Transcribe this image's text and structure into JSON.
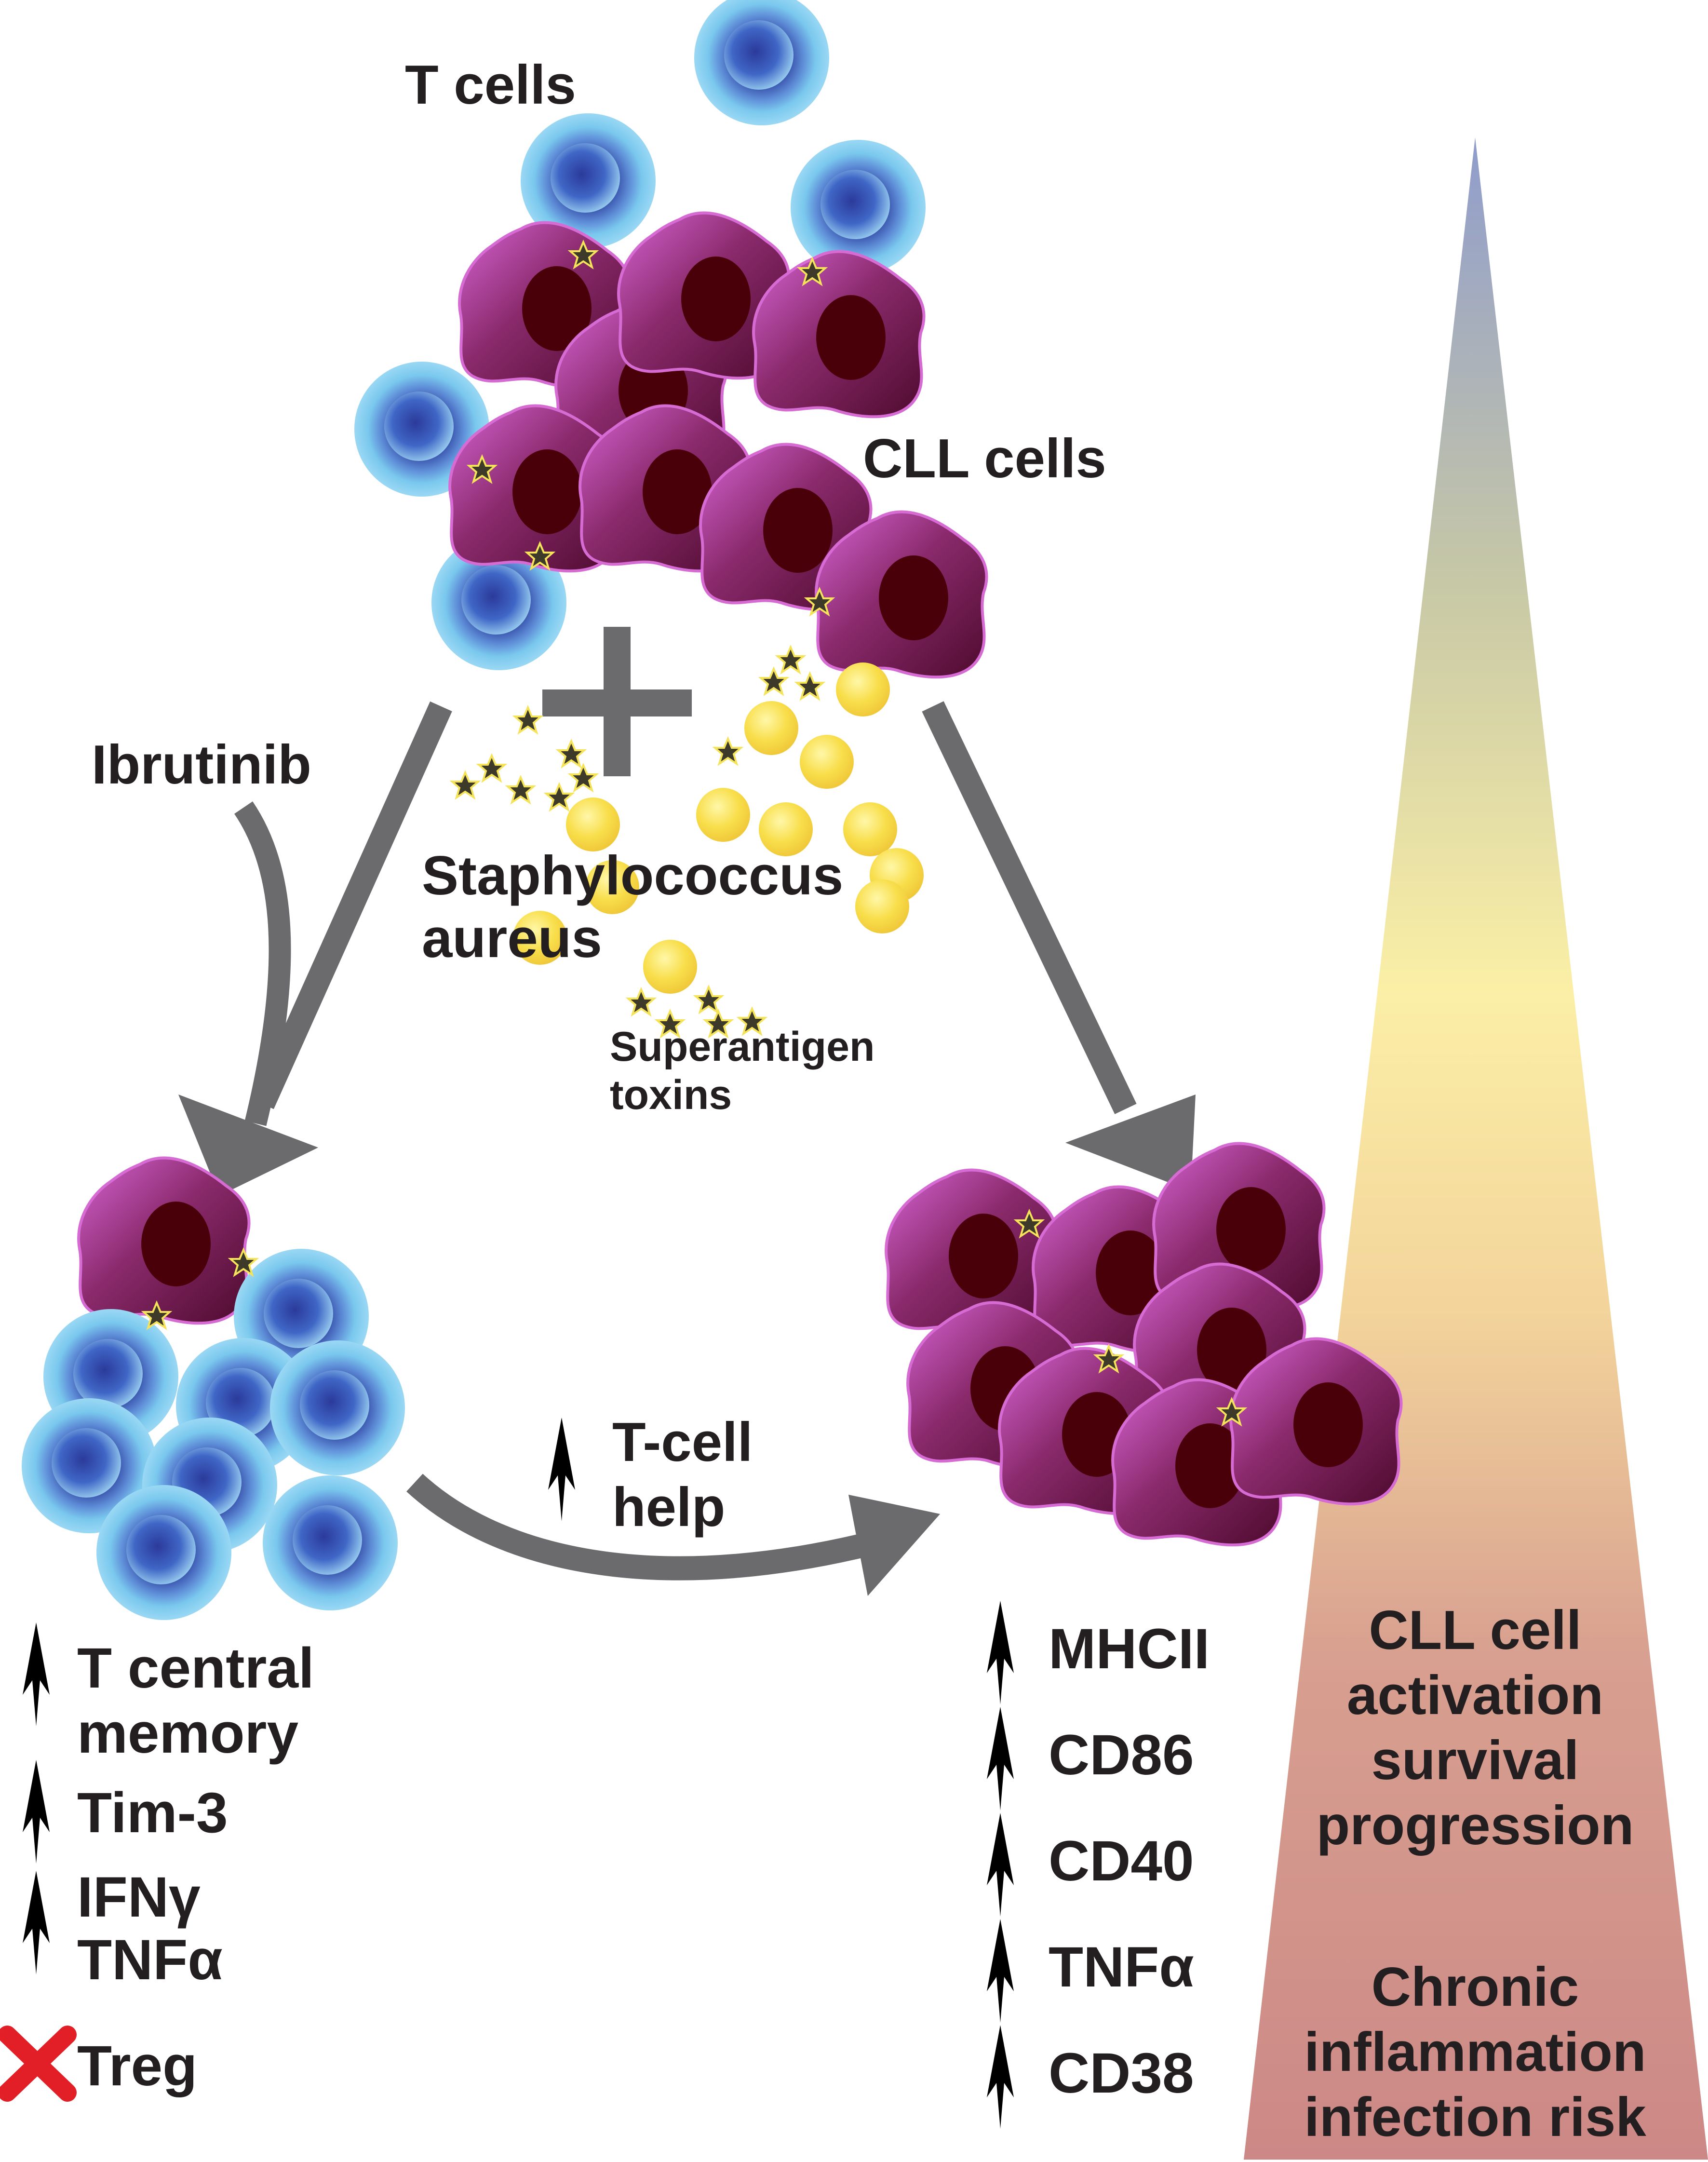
{
  "labels": {
    "t_cells": "T cells",
    "cll_cells": "CLL cells",
    "ibrutinib": "Ibrutinib",
    "bacteria_line1": "Staphylococcus",
    "bacteria_line2": "aureus",
    "toxins_line1": "Superantigen",
    "toxins_line2": "toxins",
    "tcell_help_line1": "T-cell",
    "tcell_help_line2": "help"
  },
  "left_markers": {
    "central_memory_line1": "T central",
    "central_memory_line2": "memory",
    "tim3": "Tim-3",
    "ifn_line": "IFNγ",
    "tnf_line": "TNFα",
    "treg": "Treg"
  },
  "right_markers": [
    "MHCII",
    "CD86",
    "CD40",
    "TNFα",
    "CD38"
  ],
  "gradient_panel": {
    "outcome_block1": [
      "CLL cell",
      "activation",
      "survival",
      "progression"
    ],
    "outcome_block2": [
      "Chronic",
      "inflammation",
      "infection risk"
    ]
  },
  "colors": {
    "tcell_outer": "#6ec3e8",
    "tcell_core": "#2a3c9a",
    "cll_body_light": "#d766d6",
    "cll_body_dark": "#5e0f38",
    "cll_nucleus": "#4a0009",
    "bacteria": "#f5d63a",
    "arrow_gray": "#6b6b6d",
    "cross_red": "#e21f26",
    "gradient_top": "#8f9ccc",
    "gradient_mid": "#faf0a8",
    "gradient_bottom": "#cc8a87"
  },
  "icons": {
    "up_arrow": "up-arrow-icon",
    "red_cross": "red-x-icon",
    "plus": "plus-icon",
    "toxin_star": "star-icon"
  }
}
